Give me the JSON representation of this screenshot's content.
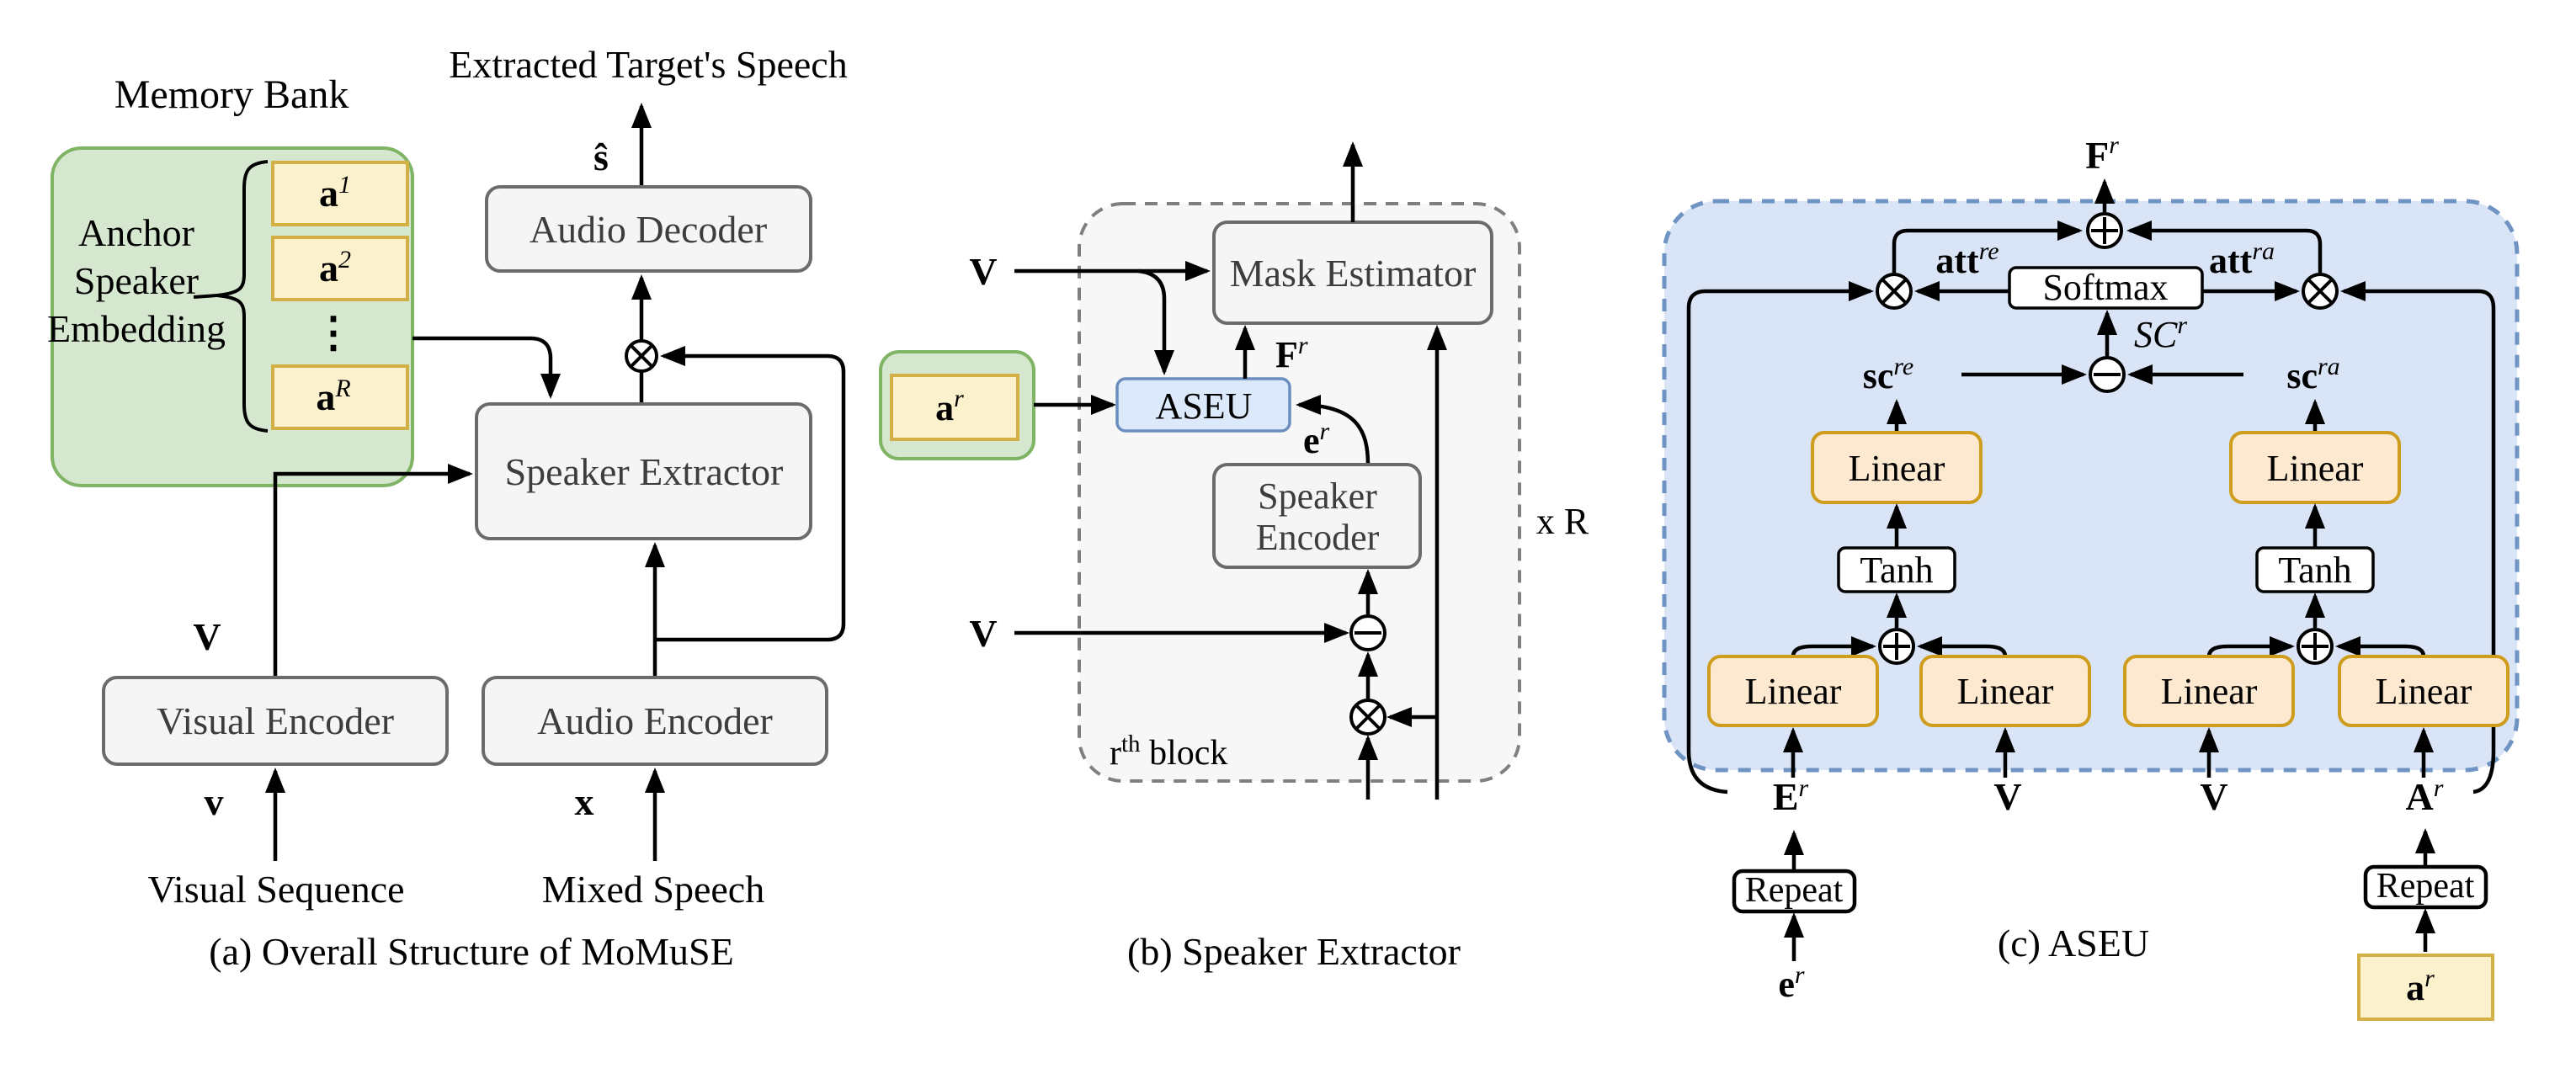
{
  "diagram": {
    "colors": {
      "green_fill": "#d6e7cf",
      "green_border": "#7fb465",
      "yellow_fill": "#fcf1cd",
      "yellow_border": "#d3b045",
      "gray_fill": "#f5f5f5",
      "gray_border": "#6b6b6b",
      "blue_fill": "#dce9fb",
      "blue_border": "#6c8ebf",
      "panel_b_fill": "#f7f7f7",
      "panel_c_fill": "#d9e4f6",
      "peach_fill": "#fde8d0",
      "peach_border": "#cf9d1d",
      "line": "#000000",
      "box_text": "#3d3d3d"
    },
    "panel_a": {
      "caption": "(a) Overall Structure of MoMuSE",
      "output_title": "Extracted Target's Speech",
      "s_hat": "ŝ",
      "memory_bank": {
        "title": "Memory Bank",
        "label_line1": "Anchor",
        "label_line2": "Speaker",
        "label_line3": "Embedding",
        "item1": {
          "base": "a",
          "sup": "1"
        },
        "item2": {
          "base": "a",
          "sup": "2"
        },
        "dots": "⋮",
        "itemR": {
          "base": "a",
          "sup": "R"
        }
      },
      "boxes": {
        "audio_decoder": "Audio Decoder",
        "speaker_extractor": "Speaker Extractor",
        "visual_encoder": "Visual Encoder",
        "audio_encoder": "Audio Encoder"
      },
      "labels": {
        "V": "V",
        "v": "v",
        "x": "x",
        "visual_sequence": "Visual Sequence",
        "mixed_speech": "Mixed Speech"
      }
    },
    "panel_b": {
      "caption": "(b) Speaker Extractor",
      "boxes": {
        "mask_estimator": "Mask Estimator",
        "aseu": "ASEU",
        "speaker_encoder_line1": "Speaker",
        "speaker_encoder_line2": "Encoder"
      },
      "labels": {
        "V_upper": "V",
        "V_lower": "V",
        "a_r": {
          "base": "a",
          "sup": "r"
        },
        "F_r": {
          "base": "F",
          "sup": "r"
        },
        "e_r": {
          "base": "e",
          "sup": "r"
        },
        "block": {
          "base": "r",
          "sup": "th",
          "rest": " block"
        },
        "repeat_count": "x R"
      }
    },
    "panel_c": {
      "caption": "(c) ASEU",
      "boxes": {
        "softmax": "Softmax",
        "linear": "Linear",
        "tanh": "Tanh",
        "repeat": "Repeat"
      },
      "labels": {
        "F_r": {
          "base": "F",
          "sup": "r"
        },
        "att_re": {
          "base": "att",
          "sup": "re"
        },
        "att_ra": {
          "base": "att",
          "sup": "ra"
        },
        "SC_r": {
          "base": "SC",
          "sup": "r"
        },
        "sc_re": {
          "base": "sc",
          "sup": "re"
        },
        "sc_ra": {
          "base": "sc",
          "sup": "ra"
        },
        "E_r": {
          "base": "E",
          "sup": "r"
        },
        "V_left": "V",
        "V_right": "V",
        "A_r": {
          "base": "A",
          "sup": "r"
        },
        "e_r": {
          "base": "e",
          "sup": "r"
        },
        "a_r": {
          "base": "a",
          "sup": "r"
        }
      }
    }
  }
}
